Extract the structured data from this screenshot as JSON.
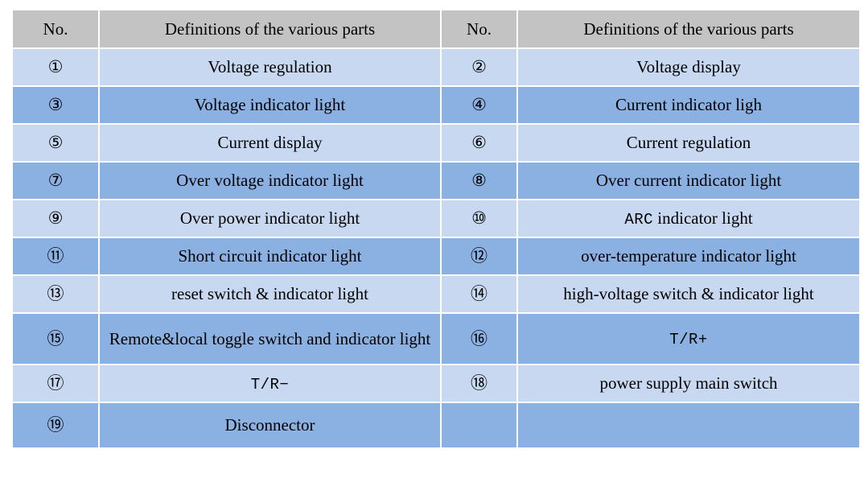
{
  "table": {
    "headers": [
      "No.",
      "Definitions of the various parts",
      "No.",
      "Definitions of the various parts"
    ],
    "rows": [
      {
        "shade": "light",
        "left_no": "①",
        "left_def": "Voltage regulation",
        "right_no": "②",
        "right_def": "Voltage display"
      },
      {
        "shade": "dark",
        "left_no": "③",
        "left_def": "Voltage indicator light",
        "right_no": "④",
        "right_def": "Current indicator ligh"
      },
      {
        "shade": "light",
        "left_no": "⑤",
        "left_def": "Current display",
        "right_no": "⑥",
        "right_def": "Current regulation"
      },
      {
        "shade": "dark",
        "left_no": "⑦",
        "left_def": "Over voltage indicator light",
        "right_no": "⑧",
        "right_def": "Over current indicator light"
      },
      {
        "shade": "light",
        "left_no": "⑨",
        "left_def": "Over power indicator light",
        "right_no": "⑩",
        "right_def_mono": "ARC",
        "right_def": " indicator light"
      },
      {
        "shade": "dark",
        "left_no": "⑪",
        "left_def": "Short circuit indicator light",
        "right_no": "⑫",
        "right_def": "over-temperature indicator light"
      },
      {
        "shade": "light",
        "left_no": "⑬",
        "left_def": "reset switch & indicator light",
        "right_no": "⑭",
        "right_def": "high-voltage switch & indicator light"
      },
      {
        "shade": "dark",
        "left_no": "⑮",
        "left_def": "Remote&local toggle switch and indicator light",
        "right_no": "⑯",
        "right_def_mono": "T/R+",
        "right_def": ""
      },
      {
        "shade": "light",
        "left_no": "⑰",
        "left_def_mono": "T/R−",
        "left_def": "",
        "right_no": "⑱",
        "right_def": "power supply main switch"
      },
      {
        "shade": "dark",
        "left_no": "⑲",
        "left_def": "Disconnector",
        "right_no": "",
        "right_def": ""
      }
    ]
  },
  "colors": {
    "header_bg": "#c3c3c3",
    "row_light_bg": "#c7d8f0",
    "row_dark_bg": "#8bb0e2",
    "text": "#000000",
    "gridline": "#ffffff",
    "page_bg": "#ffffff"
  }
}
